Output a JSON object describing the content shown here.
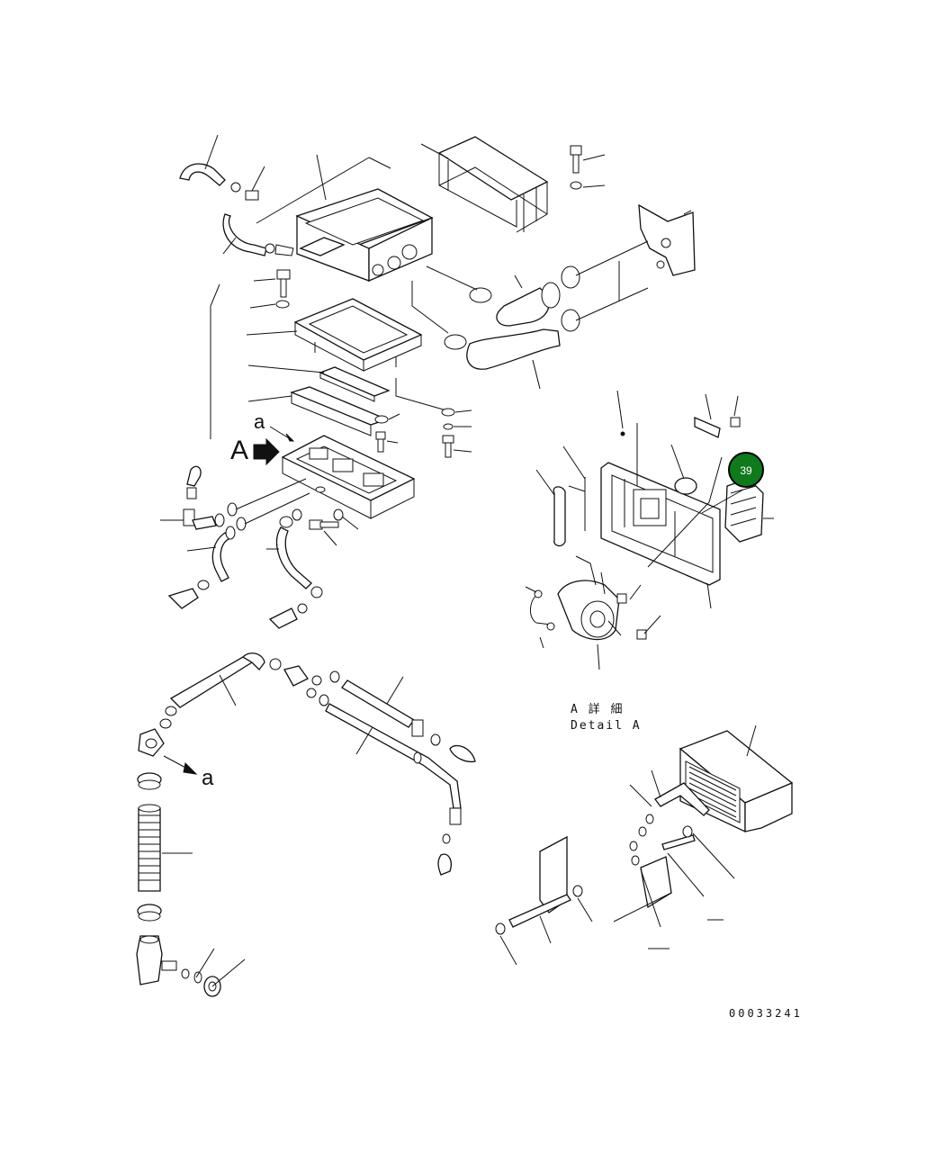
{
  "view_label": "A",
  "view_arrow_label_a": "a",
  "hose_arrow_label_a": "a",
  "detail_label": {
    "jp": "A 詳 細",
    "en": "Detail A"
  },
  "callout_badge": {
    "number": "39",
    "color": "#0f7a1c",
    "ring_color": "#000000"
  },
  "drawing_number": "00033241"
}
